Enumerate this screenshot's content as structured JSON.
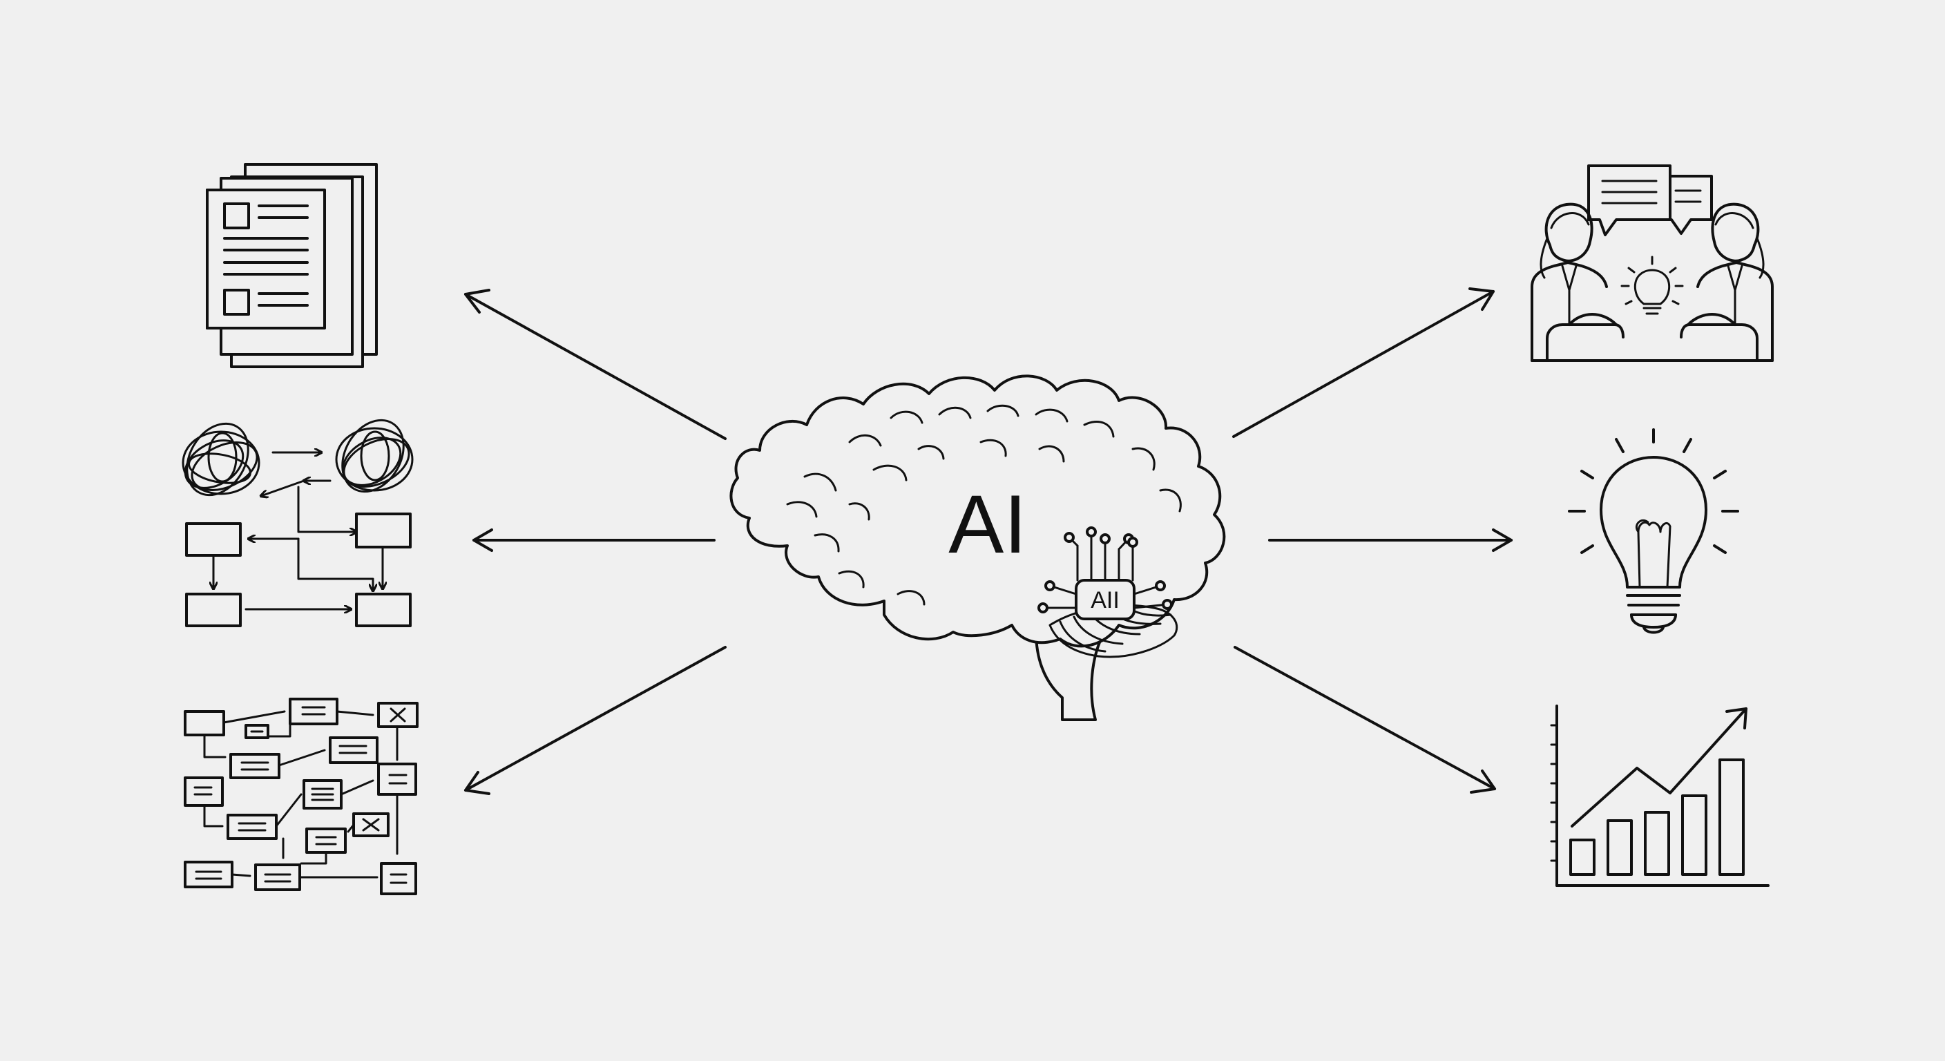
{
  "center": {
    "main_label": "AI",
    "chip_label": "AII"
  },
  "colors": {
    "background": "#f0f0f0",
    "stroke": "#111111"
  },
  "left_items": [
    {
      "icon": "documents-stack-icon"
    },
    {
      "icon": "messy-to-ordered-flowchart-icon"
    },
    {
      "icon": "complex-flowchart-network-icon"
    }
  ],
  "right_items": [
    {
      "icon": "people-collaboration-icon"
    },
    {
      "icon": "lightbulb-idea-icon"
    },
    {
      "icon": "growth-bar-chart-icon"
    }
  ],
  "arrows": {
    "left": [
      "arrow-to-documents",
      "arrow-to-process",
      "arrow-to-network"
    ],
    "right": [
      "arrow-to-collaboration",
      "arrow-to-idea",
      "arrow-to-growth"
    ]
  }
}
